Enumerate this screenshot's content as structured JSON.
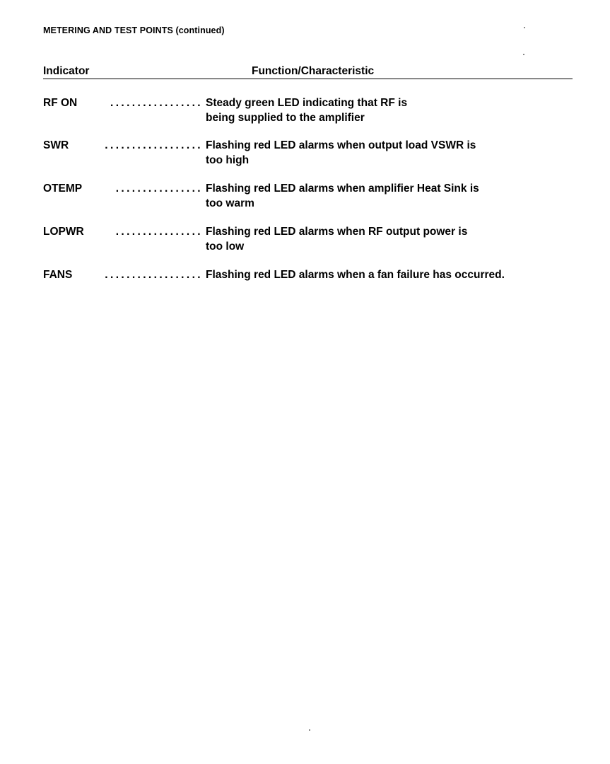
{
  "section_title": "METERING AND TEST POINTS (continued)",
  "columns": {
    "indicator": "Indicator",
    "function": "Function/Characteristic"
  },
  "entries": [
    {
      "name": "RF ON",
      "leader": ".................",
      "lines": [
        "Steady green LED indicating that RF is",
        "being supplied to the amplifier"
      ]
    },
    {
      "name": "SWR",
      "leader": "..................",
      "lines": [
        "Flashing red LED alarms when output load VSWR is",
        "too high"
      ]
    },
    {
      "name": "OTEMP",
      "leader": "................",
      "lines": [
        "Flashing red LED alarms when amplifier Heat Sink is",
        "too warm"
      ]
    },
    {
      "name": "LOPWR",
      "leader": "................",
      "lines": [
        "Flashing red LED alarms when RF output power is",
        "too low"
      ]
    },
    {
      "name": "FANS",
      "leader": "..................",
      "lines": [
        "Flashing red LED alarms when a fan failure has occurred."
      ]
    }
  ]
}
